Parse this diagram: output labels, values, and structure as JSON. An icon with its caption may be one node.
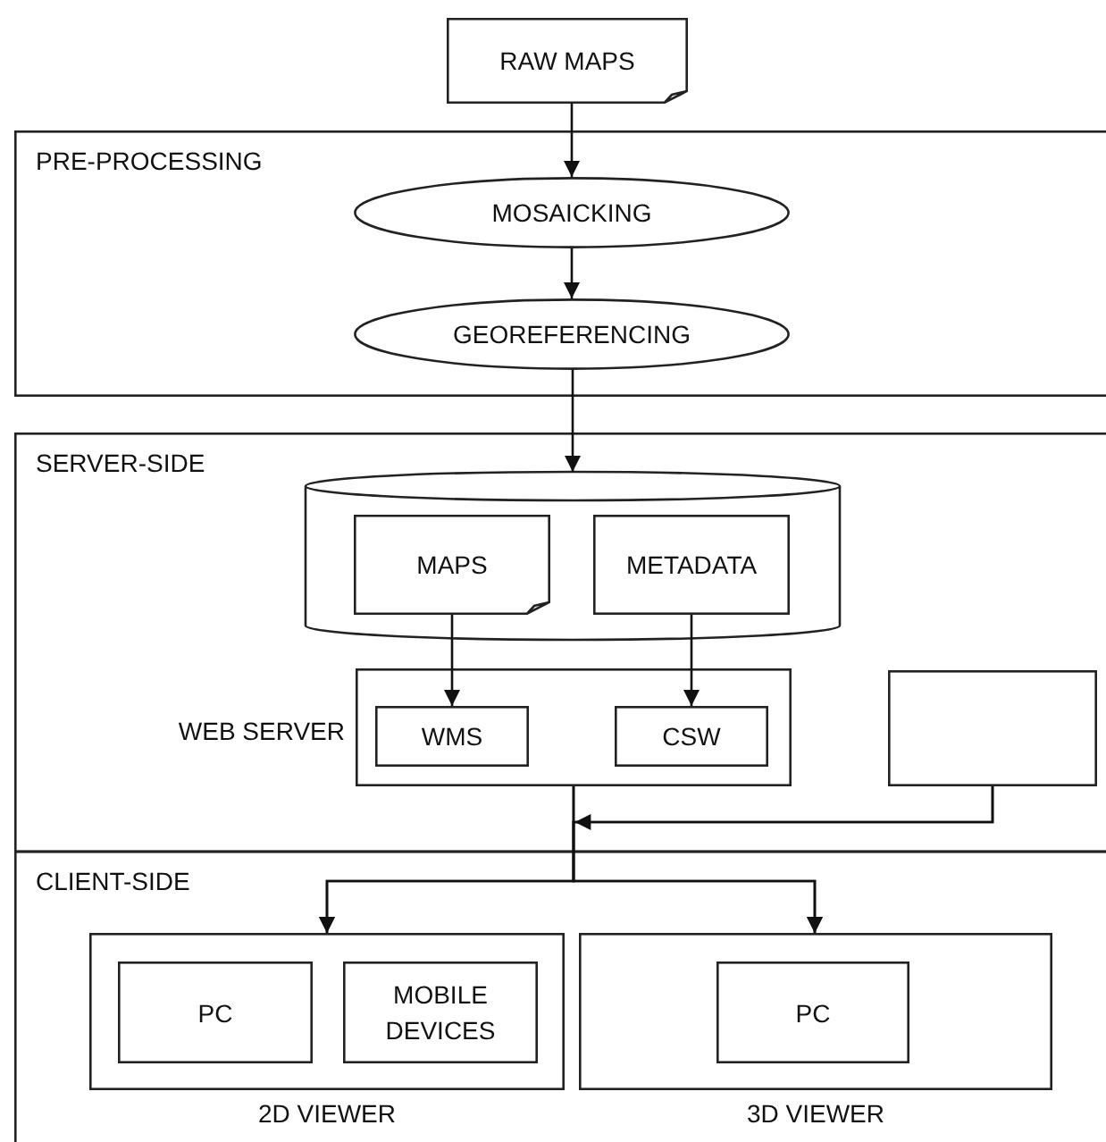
{
  "diagram": {
    "nodes": [
      {
        "text": [
          "RAW MAPS"
        ]
      },
      {
        "text": [
          "PRE-PROCESSING"
        ]
      },
      {
        "text": [
          "MOSAICKING"
        ],
        "in": 1
      },
      {
        "text": [
          "GEOREFERENCING"
        ],
        "in": 1
      },
      {
        "text": [
          "SERVER-SIDE"
        ]
      },
      {
        "text": [],
        "shape": "cylinder",
        "in": 4
      },
      {
        "text": [
          "MAPS"
        ],
        "in": 5
      },
      {
        "text": [
          "METADATA"
        ],
        "in": 5
      },
      {
        "text": [
          "WEB SERVER"
        ],
        "in": 4
      },
      {
        "text": [
          "WMS"
        ],
        "in": 8
      },
      {
        "text": [
          "CSW"
        ],
        "in": 8
      },
      {
        "text": [],
        "shape": "box",
        "in": 4
      },
      {
        "text": [
          "CLIENT-SIDE"
        ]
      },
      {
        "text": [
          "2D VIEWER"
        ],
        "in": 12
      },
      {
        "text": [
          "PC"
        ],
        "in": 13
      },
      {
        "text": [
          "MOBILE DEVICES"
        ],
        "in": 13
      },
      {
        "text": [
          "3D VIEWER"
        ],
        "in": 12
      },
      {
        "text": [
          "PC"
        ],
        "in": 16
      }
    ],
    "edges": [
      {
        "from": 0,
        "to": 2,
        "arrow": "to"
      },
      {
        "from": 2,
        "to": 3,
        "arrow": "to"
      },
      {
        "from": 3,
        "to": 5,
        "arrow": "to"
      },
      {
        "from": 6,
        "to": 9,
        "arrow": "to"
      },
      {
        "from": 7,
        "to": 10,
        "arrow": "to"
      },
      {
        "from": 8,
        "to": 13,
        "arrow": "to"
      },
      {
        "from": 8,
        "to": 16,
        "arrow": "to"
      },
      {
        "from": 11,
        "to": 13,
        "arrow": "to"
      },
      {
        "from": 11,
        "to": 16,
        "arrow": "to"
      }
    ]
  }
}
